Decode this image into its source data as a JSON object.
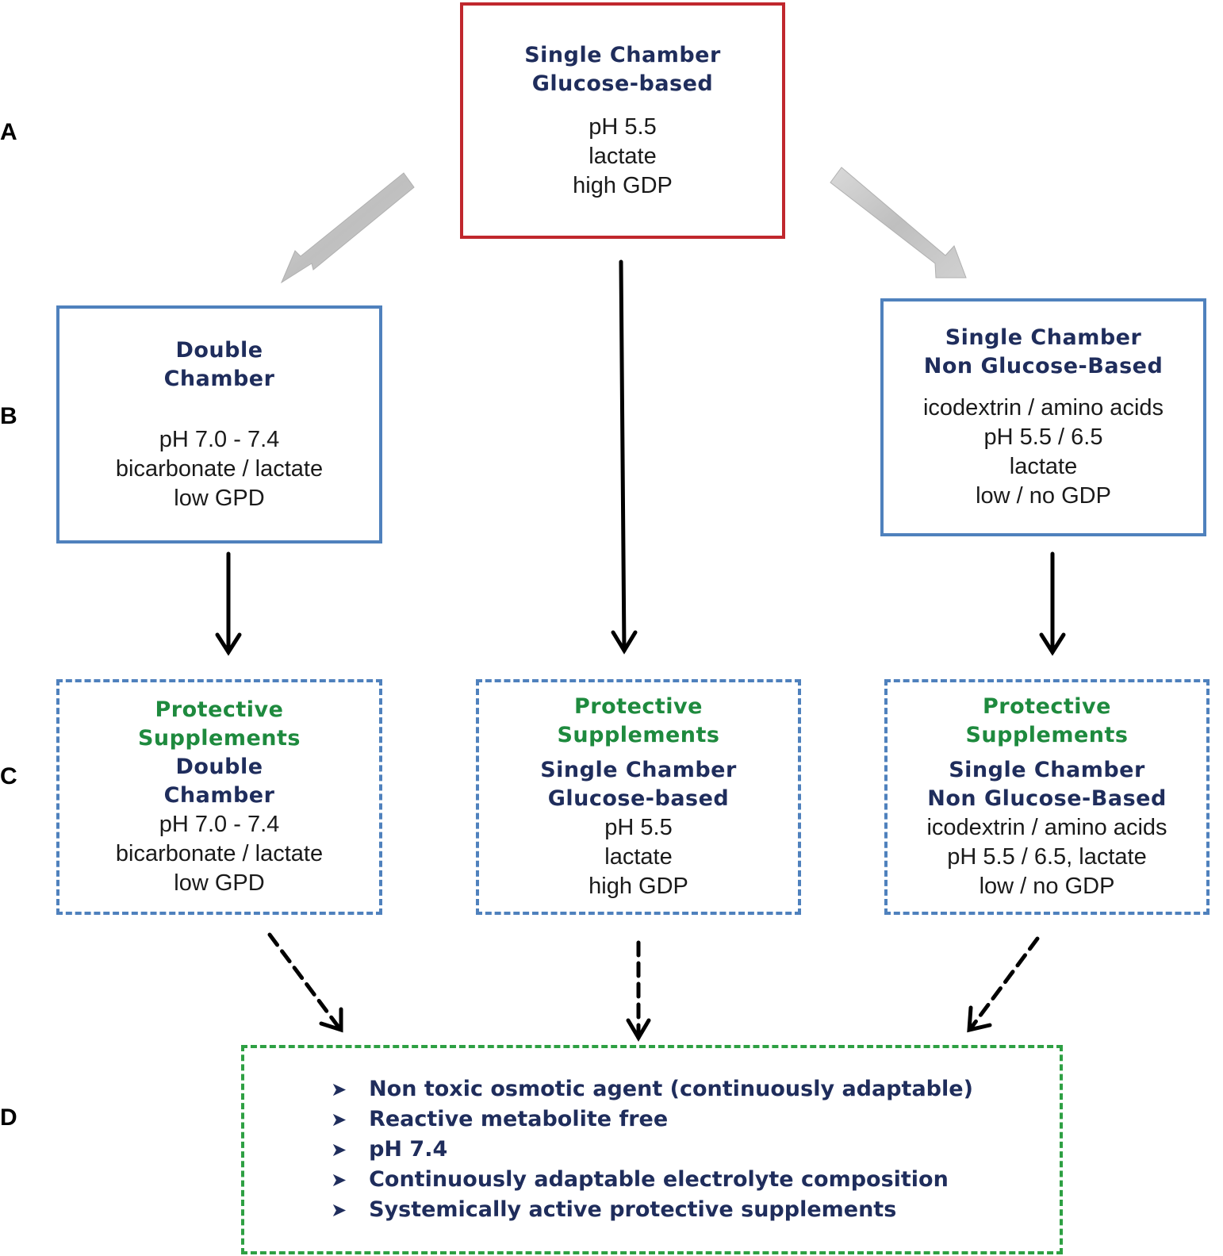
{
  "row_labels": [
    "A",
    "B",
    "C",
    "D"
  ],
  "box_a": {
    "title": [
      "Single Chamber",
      "Glucose-based"
    ],
    "details": [
      "pH 5.5",
      "lactate",
      "high GDP"
    ]
  },
  "box_b_left": {
    "title": [
      "Double",
      "Chamber"
    ],
    "details": [
      "pH 7.0 - 7.4",
      "bicarbonate / lactate",
      "low GPD"
    ]
  },
  "box_b_right": {
    "title": [
      "Single Chamber",
      "Non Glucose-Based"
    ],
    "details": [
      "icodextrin / amino acids",
      "pH 5.5 / 6.5",
      "lactate",
      "low / no GDP"
    ]
  },
  "box_c_left": {
    "protective": [
      "Protective",
      "Supplements"
    ],
    "title": [
      "Double",
      "Chamber"
    ],
    "details": [
      "pH 7.0 - 7.4",
      "bicarbonate / lactate",
      "low GPD"
    ]
  },
  "box_c_mid": {
    "protective": [
      "Protective",
      "Supplements"
    ],
    "title": [
      "Single Chamber",
      "Glucose-based"
    ],
    "details": [
      "pH 5.5",
      "lactate",
      "high GDP"
    ]
  },
  "box_c_right": {
    "protective": [
      "Protective",
      "Supplements"
    ],
    "title": [
      "Single Chamber",
      "Non Glucose-Based"
    ],
    "details": [
      "icodextrin / amino acids",
      "pH 5.5 / 6.5, lactate",
      "low / no GDP"
    ]
  },
  "box_d": {
    "bullet_icon": "arrowhead-bullet-icon",
    "items": [
      "Non toxic osmotic agent (continuously adaptable)",
      "Reactive metabolite free",
      "pH 7.4",
      "Continuously adaptable electrolyte composition",
      "Systemically active protective supplements"
    ]
  },
  "colors": {
    "red_border": "#c0272d",
    "blue_border": "#4f81bd",
    "green_border": "#2ea043",
    "navy_text": "#1f2d5c",
    "green_text": "#1e8a3e",
    "gray_arrow": "#c8c8c8"
  }
}
